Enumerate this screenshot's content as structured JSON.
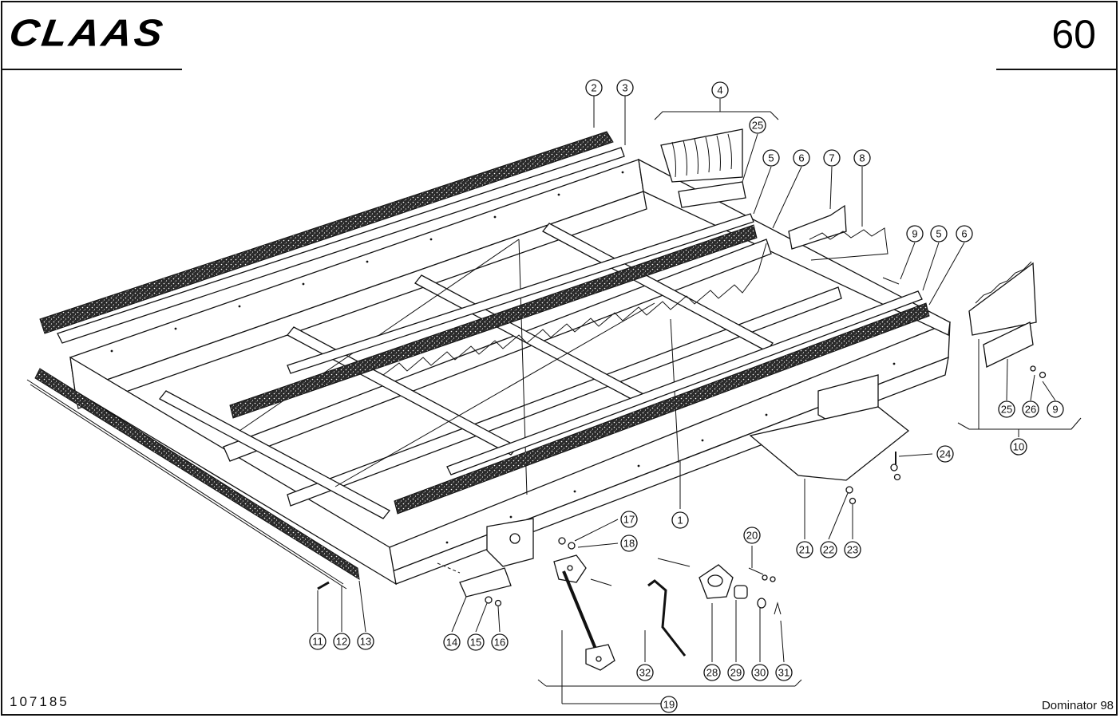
{
  "header": {
    "brand": "CLAAS",
    "page_number": "60"
  },
  "footer": {
    "drawing_number": "107185",
    "model": "Dominator 98"
  },
  "callouts": [
    {
      "id": "c2",
      "label": "2"
    },
    {
      "id": "c3",
      "label": "3"
    },
    {
      "id": "c4",
      "label": "4"
    },
    {
      "id": "c25a",
      "label": "25"
    },
    {
      "id": "c5a",
      "label": "5"
    },
    {
      "id": "c6a",
      "label": "6"
    },
    {
      "id": "c7",
      "label": "7"
    },
    {
      "id": "c8",
      "label": "8"
    },
    {
      "id": "c9a",
      "label": "9"
    },
    {
      "id": "c5b",
      "label": "5"
    },
    {
      "id": "c6b",
      "label": "6"
    },
    {
      "id": "c25b",
      "label": "25"
    },
    {
      "id": "c26",
      "label": "26"
    },
    {
      "id": "c9b",
      "label": "9"
    },
    {
      "id": "c10",
      "label": "10"
    },
    {
      "id": "c24",
      "label": "24"
    },
    {
      "id": "c1",
      "label": "1"
    },
    {
      "id": "c17",
      "label": "17"
    },
    {
      "id": "c18",
      "label": "18"
    },
    {
      "id": "c20",
      "label": "20"
    },
    {
      "id": "c21",
      "label": "21"
    },
    {
      "id": "c22",
      "label": "22"
    },
    {
      "id": "c23",
      "label": "23"
    },
    {
      "id": "c11",
      "label": "11"
    },
    {
      "id": "c12",
      "label": "12"
    },
    {
      "id": "c13",
      "label": "13"
    },
    {
      "id": "c14",
      "label": "14"
    },
    {
      "id": "c15",
      "label": "15"
    },
    {
      "id": "c16",
      "label": "16"
    },
    {
      "id": "c32",
      "label": "32"
    },
    {
      "id": "c28",
      "label": "28"
    },
    {
      "id": "c29",
      "label": "29"
    },
    {
      "id": "c30",
      "label": "30"
    },
    {
      "id": "c31",
      "label": "31"
    },
    {
      "id": "c19",
      "label": "19"
    }
  ]
}
